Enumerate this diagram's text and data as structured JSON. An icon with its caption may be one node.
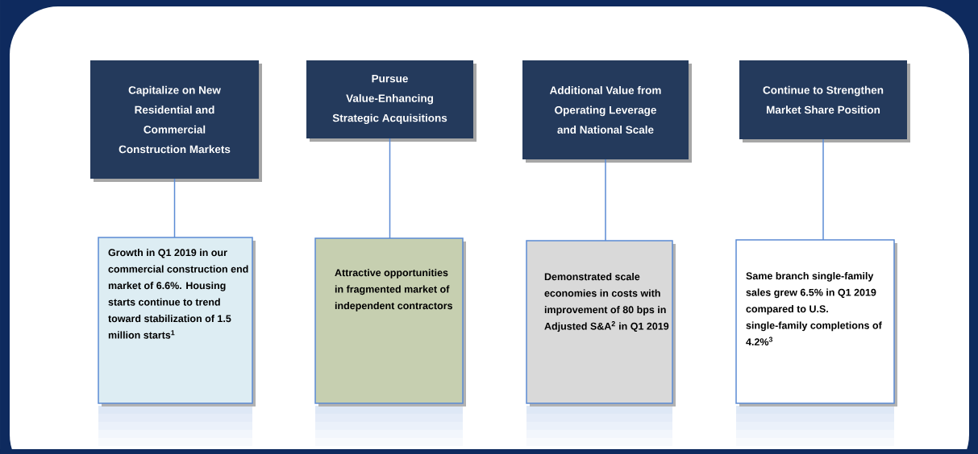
{
  "diagram": {
    "nodes": [
      {
        "text": [
          "Capitalize on New Residential and Commercial Construction Markets"
        ]
      },
      {
        "text": [
          "Pursue Value-Enhancing Strategic Acquisitions"
        ]
      },
      {
        "text": [
          "Additional Value from Operating Leverage and National Scale"
        ]
      },
      {
        "text": [
          "Continue to Strengthen Market Share Position"
        ]
      },
      {
        "text": [
          "Growth in Q1 2019 in our commercial construction end market of 6.6%.  Housing starts continue to trend toward stabilization of 1.5 million starts$^{1}$"
        ]
      },
      {
        "text": [
          "Attractive opportunities in fragmented market of independent contractors"
        ]
      },
      {
        "text": [
          "Demonstrated scale economies in costs with improvement of 80 bps in Adjusted S&A$^{2}$ in Q1 2019"
        ]
      },
      {
        "text": [
          "Same branch single-family sales grew 6.5% in Q1 2019 compared to U.S. single-family completions of 4.2%$^{3}$"
        ]
      }
    ],
    "edges": [
      {
        "from": 0,
        "to": 4,
        "arrow": "none"
      },
      {
        "from": 1,
        "to": 5,
        "arrow": "none"
      },
      {
        "from": 2,
        "to": 6,
        "arrow": "none"
      },
      {
        "from": 3,
        "to": 7,
        "arrow": "none"
      }
    ]
  }
}
